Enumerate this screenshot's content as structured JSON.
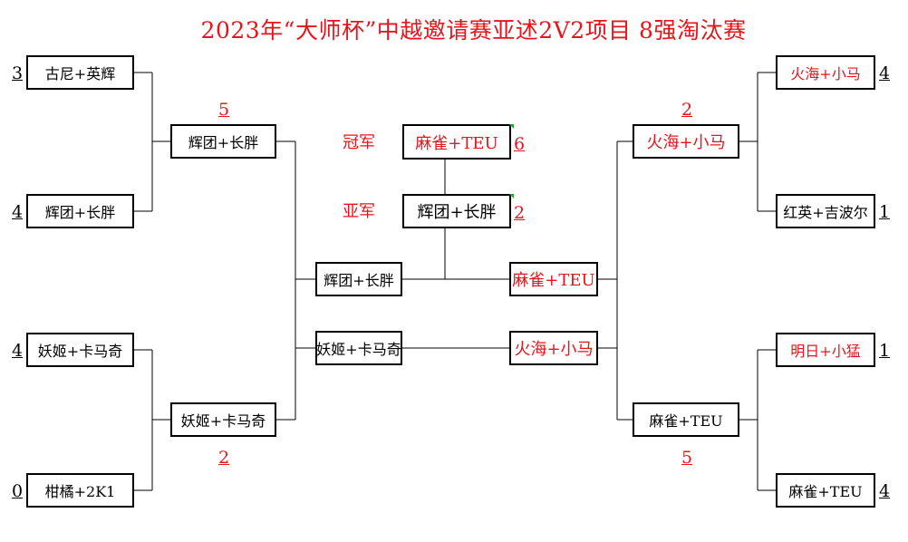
{
  "title": "2023年“大师杯”中越邀请赛亚述2V2项目 8强淘汰赛",
  "colors": {
    "title": "#e8141c",
    "winner_text": "#e8141c",
    "line": "#000000"
  },
  "left": {
    "round1": [
      {
        "team": "古尼+英辉",
        "score": "3"
      },
      {
        "team": "辉团+长胖",
        "score": "4"
      },
      {
        "team": "妖姬+卡马奇",
        "score": "4"
      },
      {
        "team": "柑橘+2K1",
        "score": "0"
      }
    ],
    "semis": [
      {
        "team": "辉团+长胖",
        "score": "5"
      },
      {
        "team": "妖姬+卡马奇",
        "score": "2"
      }
    ],
    "finalists": [
      "辉团+长胖",
      "妖姬+卡马奇"
    ]
  },
  "right": {
    "round1": [
      {
        "team": "火海+小马",
        "score": "4"
      },
      {
        "team": "红英+吉波尔",
        "score": "1"
      },
      {
        "team": "明日+小猛",
        "score": "1"
      },
      {
        "team": "麻雀+TEU",
        "score": "4"
      }
    ],
    "semis": [
      {
        "team": "火海+小马",
        "score": "2"
      },
      {
        "team": "麻雀+TEU",
        "score": "5"
      }
    ],
    "finalists": [
      "麻雀+TEU",
      "火海+小马"
    ]
  },
  "final": {
    "champion_label": "冠军",
    "champion": "麻雀+TEU",
    "champion_score": "6",
    "runner_up_label": "亚军",
    "runner_up": "辉团+长胖",
    "runner_up_score": "2"
  }
}
